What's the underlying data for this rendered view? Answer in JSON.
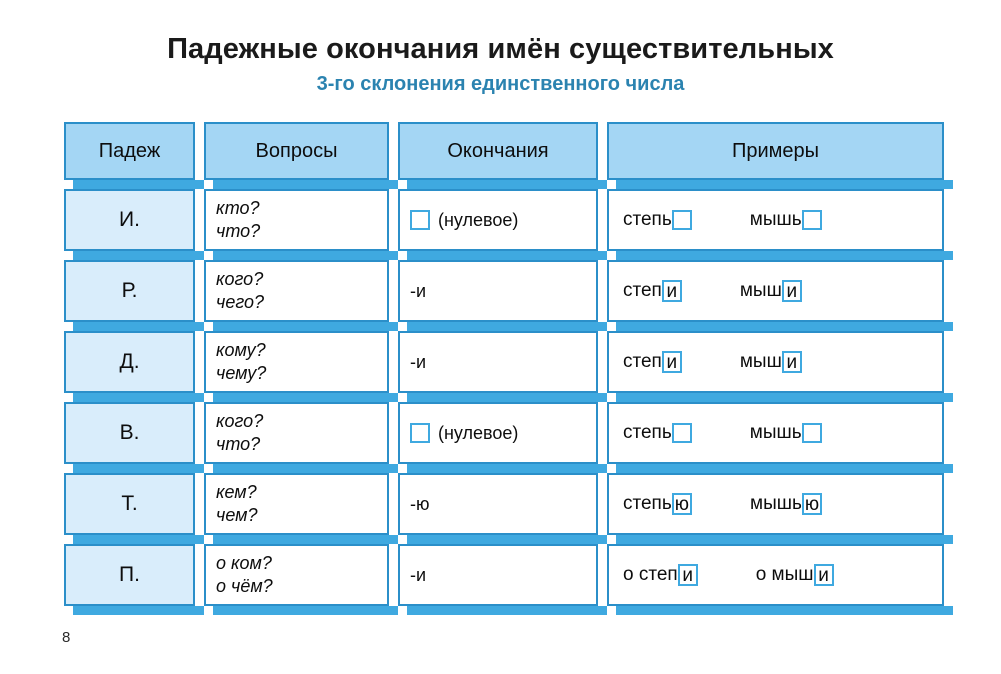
{
  "page": {
    "title": "Падежные окончания имён существительных",
    "subtitle": "3-го склонения единственного числа",
    "page_number": "8"
  },
  "colors": {
    "header_fill": "#a4d6f4",
    "case_fill": "#d9edfb",
    "border": "#2b8fc9",
    "shadow": "#3fa9e0",
    "subtitle_text": "#2b83b0",
    "box_outline": "#3fa9e0"
  },
  "table": {
    "headers": [
      {
        "label": "Падеж"
      },
      {
        "label": "Вопросы"
      },
      {
        "label": "Окончания"
      },
      {
        "label": "Примеры"
      }
    ],
    "rows": [
      {
        "case": "И.",
        "questions": [
          "кто?",
          "что?"
        ],
        "ending": {
          "type": "zero",
          "box": "",
          "text": "(нулевое)"
        },
        "examples": [
          {
            "stem": "степь",
            "ending": ""
          },
          {
            "stem": "мышь",
            "ending": ""
          }
        ]
      },
      {
        "case": "Р.",
        "questions": [
          "кого?",
          "чего?"
        ],
        "ending": {
          "type": "text",
          "box": "",
          "text": "-и"
        },
        "examples": [
          {
            "stem": "степ",
            "ending": "и"
          },
          {
            "stem": "мыш",
            "ending": "и"
          }
        ]
      },
      {
        "case": "Д.",
        "questions": [
          "кому?",
          "чему?"
        ],
        "ending": {
          "type": "text",
          "box": "",
          "text": "-и"
        },
        "examples": [
          {
            "stem": "степ",
            "ending": "и"
          },
          {
            "stem": "мыш",
            "ending": "и"
          }
        ]
      },
      {
        "case": "В.",
        "questions": [
          "кого?",
          "что?"
        ],
        "ending": {
          "type": "zero",
          "box": "",
          "text": "(нулевое)"
        },
        "examples": [
          {
            "stem": "степь",
            "ending": ""
          },
          {
            "stem": "мышь",
            "ending": ""
          }
        ]
      },
      {
        "case": "Т.",
        "questions": [
          "кем?",
          "чем?"
        ],
        "ending": {
          "type": "text",
          "box": "",
          "text": "-ю"
        },
        "examples": [
          {
            "stem": "степь",
            "ending": "ю"
          },
          {
            "stem": "мышь",
            "ending": "ю"
          }
        ]
      },
      {
        "case": "П.",
        "questions": [
          "о ком?",
          "о чём?"
        ],
        "ending": {
          "type": "text",
          "box": "",
          "text": "-и"
        },
        "examples": [
          {
            "stem": "о степ",
            "ending": "и"
          },
          {
            "stem": "о мыш",
            "ending": "и"
          }
        ]
      }
    ]
  }
}
